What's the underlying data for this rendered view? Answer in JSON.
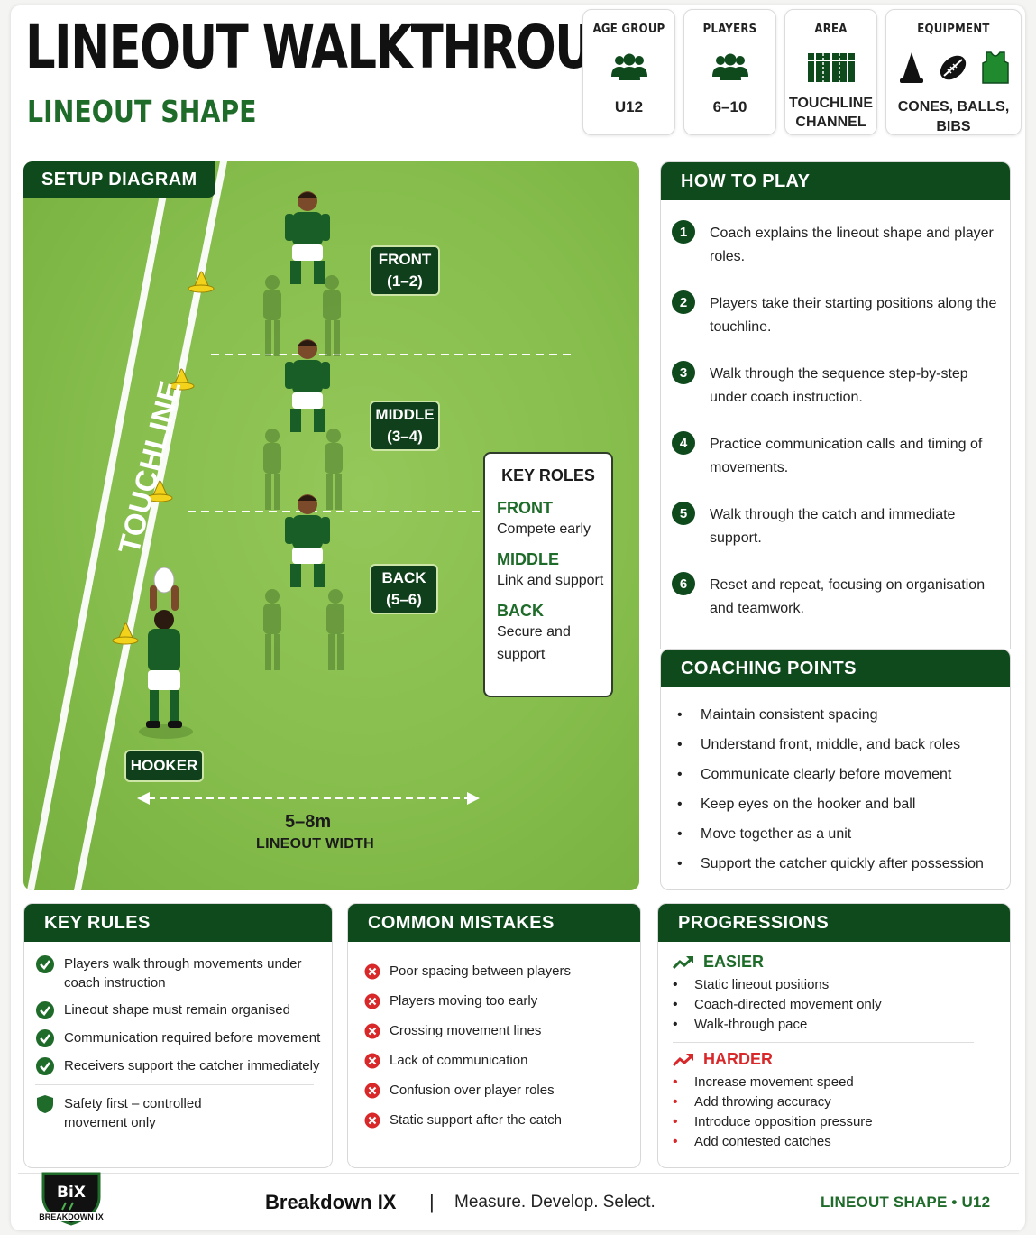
{
  "header": {
    "title": "LINEOUT WALKTHROUGH",
    "subtitle": "LINEOUT SHAPE"
  },
  "meta": {
    "age": {
      "label": "AGE GROUP",
      "value": "U12",
      "icon": "players-group-icon"
    },
    "players": {
      "label": "PLAYERS",
      "value": "6–10",
      "icon": "players-group-icon"
    },
    "area": {
      "label": "AREA",
      "value_line1": "TOUCHLINE",
      "value_line2": "CHANNEL",
      "icon": "pitch-icon"
    },
    "equipment": {
      "label": "EQUIPMENT",
      "value": "CONES, BALLS, BIBS",
      "icons": [
        "cone-icon",
        "ball-icon",
        "bib-icon"
      ]
    }
  },
  "diagram": {
    "title": "SETUP DIAGRAM",
    "touchline": "TOUCHLINE",
    "tags": {
      "front_name": "FRONT",
      "front_nums": "(1–2)",
      "middle_name": "MIDDLE",
      "middle_nums": "(3–4)",
      "back_name": "BACK",
      "back_nums": "(5–6)",
      "hooker": "HOOKER"
    },
    "key_roles": {
      "title": "KEY ROLES",
      "front": "FRONT",
      "front_desc": "Compete early",
      "middle": "MIDDLE",
      "middle_desc": "Link and support",
      "back": "BACK",
      "back_desc_1": "Secure and",
      "back_desc_2": "support"
    },
    "width_value": "5–8m",
    "width_label": "LINEOUT WIDTH"
  },
  "how_to_play": {
    "title": "HOW TO PLAY",
    "steps": [
      {
        "n": "1",
        "text": "Coach explains the lineout shape and player roles."
      },
      {
        "n": "2",
        "text": "Players take their starting positions along the touchline."
      },
      {
        "n": "3",
        "text": "Walk through the sequence step-by-step under coach instruction."
      },
      {
        "n": "4",
        "text": "Practice communication calls and timing of movements."
      },
      {
        "n": "5",
        "text": "Walk through the catch and immediate support."
      },
      {
        "n": "6",
        "text": "Reset and repeat, focusing on organisation and teamwork."
      }
    ]
  },
  "coaching_points": {
    "title": "COACHING POINTS",
    "items": [
      "Maintain consistent spacing",
      "Understand front, middle, and back roles",
      "Communicate clearly before movement",
      "Keep eyes on the hooker and ball",
      "Move together as a unit",
      "Support the catcher quickly after possession"
    ]
  },
  "key_rules": {
    "title": "KEY RULES",
    "items": [
      "Players walk through movements under coach instruction",
      "Lineout shape must remain organised",
      "Communication required before movement",
      "Receivers support the catcher immediately"
    ],
    "safety": "Safety first – controlled movement only"
  },
  "common_mistakes": {
    "title": "COMMON MISTAKES",
    "items": [
      "Poor spacing between players",
      "Players moving too early",
      "Crossing movement lines",
      "Lack of communication",
      "Confusion over player roles",
      "Static support after the catch"
    ]
  },
  "progressions": {
    "title": "PROGRESSIONS",
    "easier_label": "EASIER",
    "easier": [
      "Static lineout positions",
      "Coach-directed movement only",
      "Walk-through pace"
    ],
    "harder_label": "HARDER",
    "harder": [
      "Increase movement speed",
      "Add throwing accuracy",
      "Introduce opposition pressure",
      "Add contested catches"
    ]
  },
  "footer": {
    "logo_text": "BiX",
    "logo_sub": "BREAKDOWN IX",
    "brand": "Breakdown IX",
    "separator": "|",
    "tagline": "Measure. Develop. Select.",
    "right": "LINEOUT SHAPE • U12"
  },
  "colors": {
    "primary_green": "#0f4a1d",
    "accent_green": "#1f6b2a",
    "harder_red": "#d8282a",
    "field_green": "#86bd4c",
    "cone_yellow": "#f2d21b"
  }
}
